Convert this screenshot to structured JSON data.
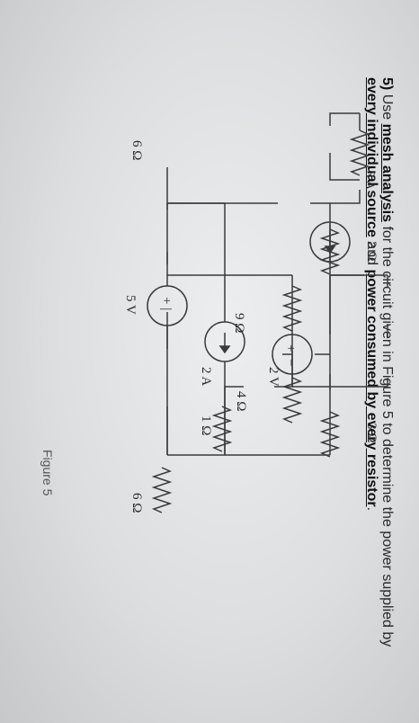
{
  "problem": {
    "number": "5)",
    "t1": "Use",
    "method": "mesh analysis",
    "t2": "for the circuit given in Figure 5 to determine the power supplied by",
    "p1": "every individual source",
    "t3": "and",
    "p2": "power consumed by every resistor",
    "t4": "."
  },
  "circuit": {
    "labels": {
      "src_3A": "3 A",
      "r_6_left": "6 Ω",
      "src_5V": "5 V",
      "r_2": "2 Ω",
      "r_9": "9 Ω",
      "r_3": "3 Ω",
      "src_2V": "2 V",
      "r_4": "4 Ω",
      "src_2A": "2 A",
      "r_1": "1 Ω",
      "r_6_right": "6 Ω"
    },
    "plus": "+",
    "minus": "−",
    "plus_minus": "+ |"
  },
  "figure": {
    "caption": "Figure 5"
  }
}
